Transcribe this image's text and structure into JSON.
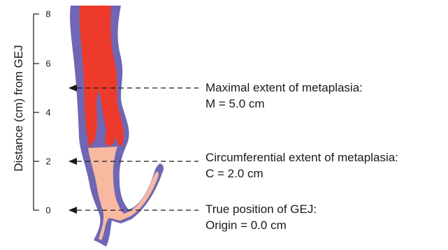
{
  "axis": {
    "title": "Distance (cm) from GEJ",
    "ticks": [
      "0",
      "2",
      "4",
      "6",
      "8"
    ]
  },
  "annotations": [
    {
      "title": "Maximal extent of metaplasia:",
      "value": "M = 5.0 cm"
    },
    {
      "title": "Circumferential extent of metaplasia:",
      "value": "C = 2.0 cm"
    },
    {
      "title": "True position of GEJ:",
      "value": "Origin = 0.0 cm"
    }
  ],
  "colors": {
    "wall": "#6f67b3",
    "metaplasia": "#ee3a2a",
    "normal_mucosa": "#f8b9a0",
    "axis": "#1a1a1a"
  }
}
